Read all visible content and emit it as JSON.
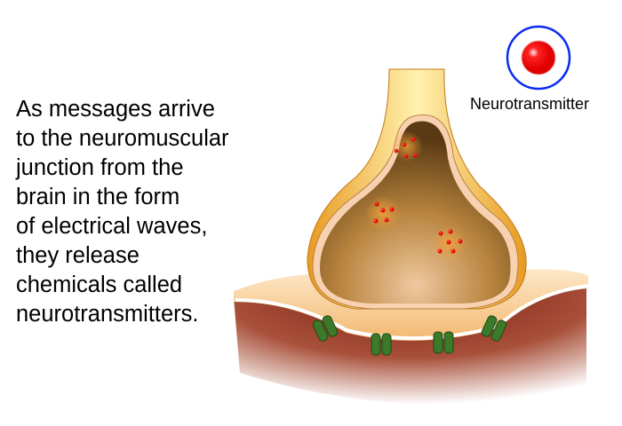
{
  "caption_lines": [
    "As messages arrive",
    "to the neuromuscular",
    "junction from the",
    "brain in the form",
    "of electrical waves,",
    "they release",
    "chemicals called",
    "neurotransmitters."
  ],
  "legend": {
    "label": "Neurotransmitter",
    "icon": "neurotransmitter-dot-icon"
  },
  "colors": {
    "legend_ring": "#0a2cf0",
    "neurotransmitter": "#e8000a",
    "receptor": "#3a7a2a",
    "terminal": "#f2b13c",
    "muscle": "#8a2a1a"
  }
}
